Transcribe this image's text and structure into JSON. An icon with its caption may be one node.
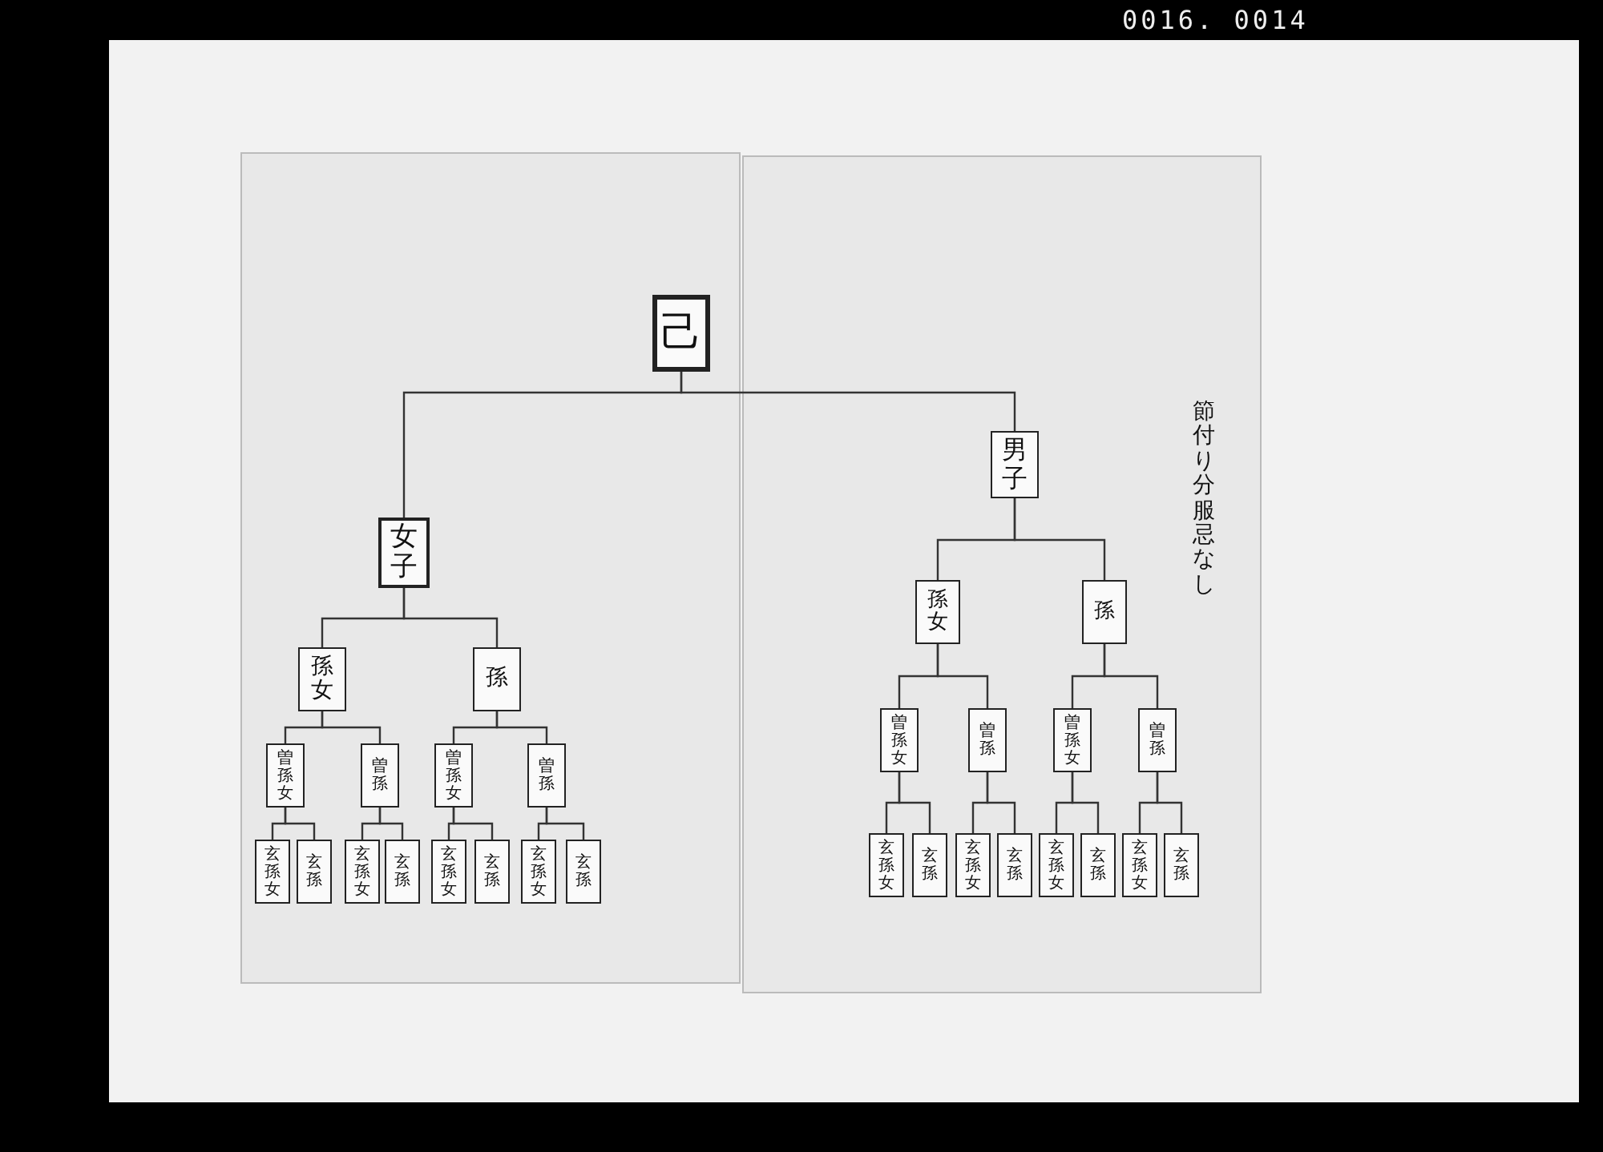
{
  "diagram": {
    "nodes": [
      {
        "text": [
          "己"
        ]
      },
      {
        "text": [
          "女子"
        ]
      },
      {
        "text": [
          "男子"
        ]
      },
      {
        "text": [
          "孫女"
        ]
      },
      {
        "text": [
          "孫"
        ]
      },
      {
        "text": [
          "孫女"
        ]
      },
      {
        "text": [
          "孫"
        ]
      },
      {
        "text": [
          "曽孫女"
        ]
      },
      {
        "text": [
          "曽孫"
        ]
      },
      {
        "text": [
          "曽孫女"
        ]
      },
      {
        "text": [
          "曽孫"
        ]
      },
      {
        "text": [
          "曽孫女"
        ]
      },
      {
        "text": [
          "曽孫"
        ]
      },
      {
        "text": [
          "曽孫女"
        ]
      },
      {
        "text": [
          "曽孫"
        ]
      },
      {
        "text": [
          "玄孫女"
        ]
      },
      {
        "text": [
          "玄孫"
        ]
      },
      {
        "text": [
          "玄孫女"
        ]
      },
      {
        "text": [
          "玄孫"
        ]
      },
      {
        "text": [
          "玄孫女"
        ]
      },
      {
        "text": [
          "玄孫"
        ]
      },
      {
        "text": [
          "玄孫女"
        ]
      },
      {
        "text": [
          "玄孫"
        ]
      },
      {
        "text": [
          "玄孫女"
        ]
      },
      {
        "text": [
          "玄孫"
        ]
      },
      {
        "text": [
          "玄孫女"
        ]
      },
      {
        "text": [
          "玄孫"
        ]
      },
      {
        "text": [
          "玄孫女"
        ]
      },
      {
        "text": [
          "玄孫"
        ]
      },
      {
        "text": [
          "玄孫女"
        ]
      },
      {
        "text": [
          "玄孫"
        ]
      }
    ],
    "edges": [
      {
        "from": 0,
        "to": 1,
        "arrow": "none"
      },
      {
        "from": 0,
        "to": 2,
        "arrow": "none"
      },
      {
        "from": 1,
        "to": 3,
        "arrow": "none"
      },
      {
        "from": 1,
        "to": 4,
        "arrow": "none"
      },
      {
        "from": 2,
        "to": 5,
        "arrow": "none"
      },
      {
        "from": 2,
        "to": 6,
        "arrow": "none"
      },
      {
        "from": 3,
        "to": 7,
        "arrow": "none"
      },
      {
        "from": 3,
        "to": 8,
        "arrow": "none"
      },
      {
        "from": 4,
        "to": 9,
        "arrow": "none"
      },
      {
        "from": 4,
        "to": 10,
        "arrow": "none"
      },
      {
        "from": 5,
        "to": 11,
        "arrow": "none"
      },
      {
        "from": 5,
        "to": 12,
        "arrow": "none"
      },
      {
        "from": 6,
        "to": 13,
        "arrow": "none"
      },
      {
        "from": 6,
        "to": 14,
        "arrow": "none"
      },
      {
        "from": 7,
        "to": 15,
        "arrow": "none"
      },
      {
        "from": 7,
        "to": 16,
        "arrow": "none"
      },
      {
        "from": 8,
        "to": 17,
        "arrow": "none"
      },
      {
        "from": 8,
        "to": 18,
        "arrow": "none"
      },
      {
        "from": 9,
        "to": 19,
        "arrow": "none"
      },
      {
        "from": 9,
        "to": 20,
        "arrow": "none"
      },
      {
        "from": 10,
        "to": 21,
        "arrow": "none"
      },
      {
        "from": 10,
        "to": 22,
        "arrow": "none"
      },
      {
        "from": 11,
        "to": 23,
        "arrow": "none"
      },
      {
        "from": 11,
        "to": 24,
        "arrow": "none"
      },
      {
        "from": 12,
        "to": 25,
        "arrow": "none"
      },
      {
        "from": 12,
        "to": 26,
        "arrow": "none"
      },
      {
        "from": 13,
        "to": 27,
        "arrow": "none"
      },
      {
        "from": 13,
        "to": 28,
        "arrow": "none"
      },
      {
        "from": 14,
        "to": 29,
        "arrow": "none"
      },
      {
        "from": 14,
        "to": 30,
        "arrow": "none"
      }
    ],
    "labels": [
      "0016. 0014",
      "節付り分服忌なし"
    ]
  }
}
